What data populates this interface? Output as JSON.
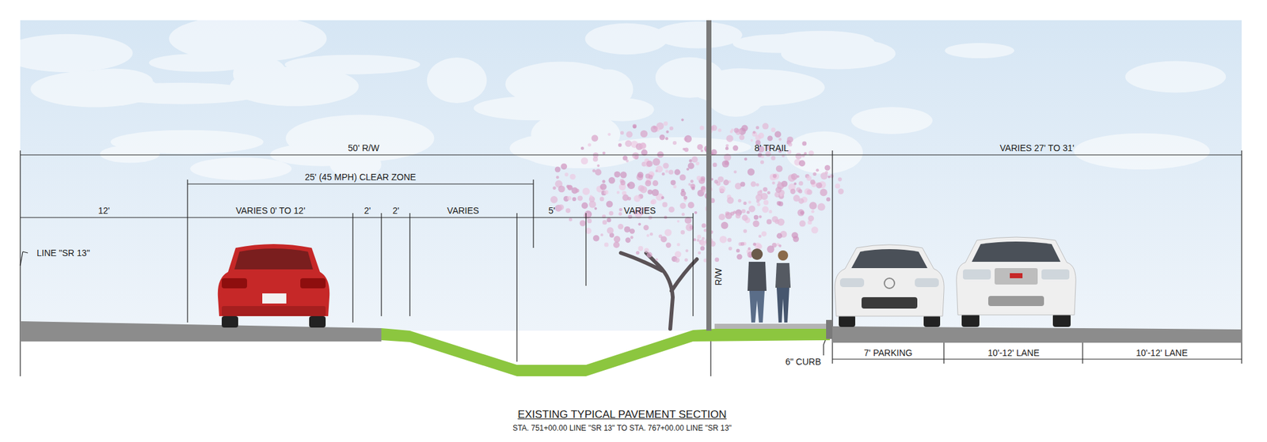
{
  "diagram": {
    "title": "EXISTING TYPICAL PAVEMENT SECTION",
    "caption": "STA. 751+00.00 LINE \"SR 13\" TO STA. 767+00.00 LINE \"SR 13\"",
    "labels": [
      "50' R/W",
      "8' TRAIL",
      "VARIES 27' TO 31'",
      "25' (45 MPH) CLEAR ZONE",
      "12'",
      "VARIES 0' TO 12'",
      "2'",
      "2'",
      "VARIES",
      "5'",
      "VARIES",
      "LINE \"SR 13\"",
      "R/W",
      "6\" CURB",
      "7' PARKING",
      "10'-12' LANE",
      "10'-12' LANE"
    ]
  }
}
